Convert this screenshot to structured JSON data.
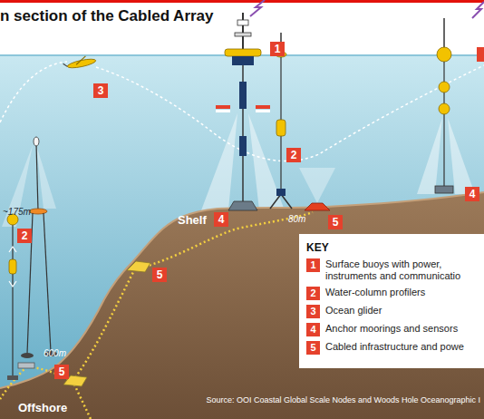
{
  "diagram": {
    "title": "n section of the Cabled Array",
    "caption": "Source: OOI Coastal Global Scale Nodes and Woods Hole Oceanographic I",
    "nodes": [
      {
        "text": [
          "KEY"
        ]
      }
    ],
    "labels": [
      "1",
      "3",
      "2",
      "~175m",
      "2",
      "Shelf",
      "4",
      "80m",
      "5",
      "4",
      "5",
      "600m",
      "5",
      "Offshore",
      "1",
      "2",
      "3",
      "4",
      "5"
    ],
    "legend": [
      {
        "text": "Surface buoys with power, instruments and communicatio",
        "color": "#e5412c"
      },
      {
        "text": "Water-column profilers",
        "color": "#e5412c"
      },
      {
        "text": "Ocean glider",
        "color": "#e5412c"
      },
      {
        "text": "Anchor moorings and sensors",
        "color": "#e5412c"
      },
      {
        "text": "Cabled infrastructure and powe",
        "color": "#e5412c"
      }
    ]
  }
}
